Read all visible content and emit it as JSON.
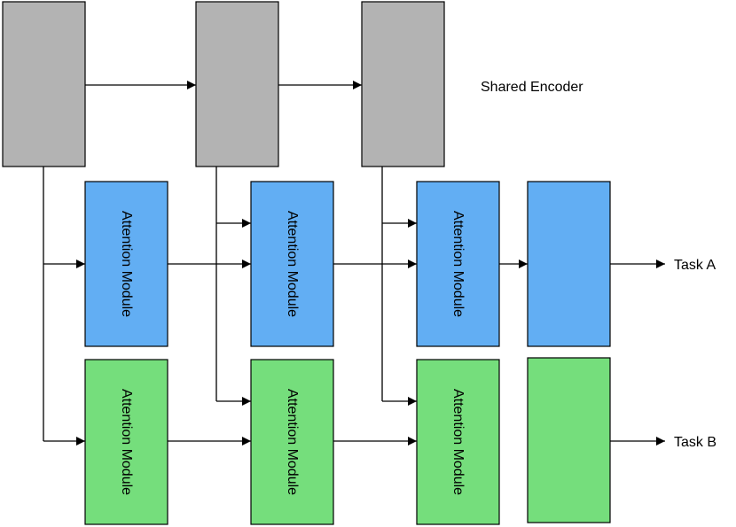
{
  "labels": {
    "shared_encoder": "Shared Encoder",
    "task_a": "Task A",
    "task_b": "Task B"
  },
  "modules": {
    "task_a": [
      "Attention Module",
      "Attention Module",
      "Attention Module"
    ],
    "task_b": [
      "Attention Module",
      "Attention Module",
      "Attention Module"
    ]
  },
  "colors": {
    "encoder_fill": "#b3b3b3",
    "task_a_fill": "#62aef3",
    "task_b_fill": "#75de7c",
    "stroke": "#000000"
  }
}
